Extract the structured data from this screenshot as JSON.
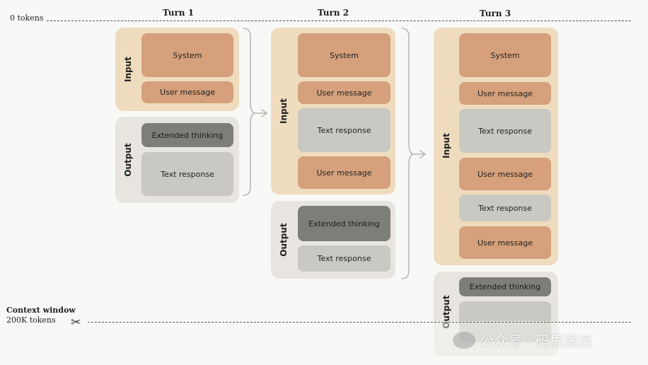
{
  "top_axis": {
    "label": "0 tokens"
  },
  "context_window": {
    "title": "Context window",
    "size": "200K tokens"
  },
  "labels": {
    "input": "Input",
    "output": "Output"
  },
  "blocks": {
    "system": "System",
    "user_message": "User message",
    "extended_thinking": "Extended thinking",
    "text_response": "Text response"
  },
  "turns": [
    {
      "title": "Turn 1"
    },
    {
      "title": "Turn 2"
    },
    {
      "title": "Turn 3"
    }
  ],
  "watermark": {
    "text": "公众号 · 码思途远"
  },
  "colors": {
    "input_panel": "#efdcbe",
    "output_panel": "#e8e5e0",
    "system_user_block": "#d5a07b",
    "thinking_block": "#7e7e78",
    "response_block": "#c9c8c2"
  }
}
